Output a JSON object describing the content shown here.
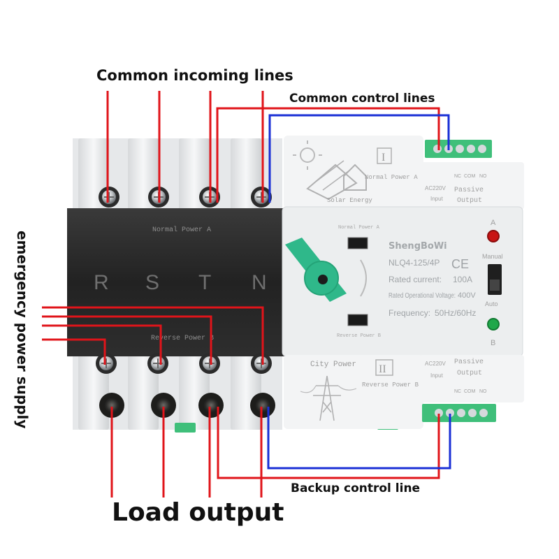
{
  "annotations": {
    "common_incoming": "Common incoming lines",
    "common_control": "Common control lines",
    "emergency": "emergency power supply",
    "load_output": "Load output",
    "backup_control": "Backup control line"
  },
  "device": {
    "brand": "ShengBoWi",
    "model": "NLQ4-125/4P",
    "rated_current_label": "Rated current:",
    "rated_current_value": "100A",
    "rated_voltage_label": "Rated Operational Voltage:",
    "rated_voltage_value": "400V",
    "frequency_label": "Frequency:",
    "frequency_value": "50Hz/60Hz",
    "ce_mark": "CE",
    "normal_power_a": "Normal Power A",
    "reverse_power_b": "Reverse Power B",
    "phase_labels": [
      "R",
      "S",
      "T",
      "N"
    ],
    "solar_energy": "Solar Energy",
    "city_power": "City Power",
    "roman_one": "I",
    "roman_two": "II",
    "indicator_a": "A",
    "indicator_b": "B",
    "manual": "Manual",
    "auto": "Auto",
    "ac220v": "AC220V",
    "input": "Input",
    "passive": "Passive",
    "output": "Output",
    "terminal_pins": [
      "NC",
      "COM",
      "NO"
    ]
  },
  "colors": {
    "power_wire": "#e0141a",
    "control_wire": "#1a2fd6",
    "terminal_green": "#3fbf7a",
    "knob_green": "#2fb88a",
    "body_black": "#262626",
    "body_grey": "#eceeef",
    "led_red": "#c81414",
    "led_green": "#1fa84a"
  }
}
